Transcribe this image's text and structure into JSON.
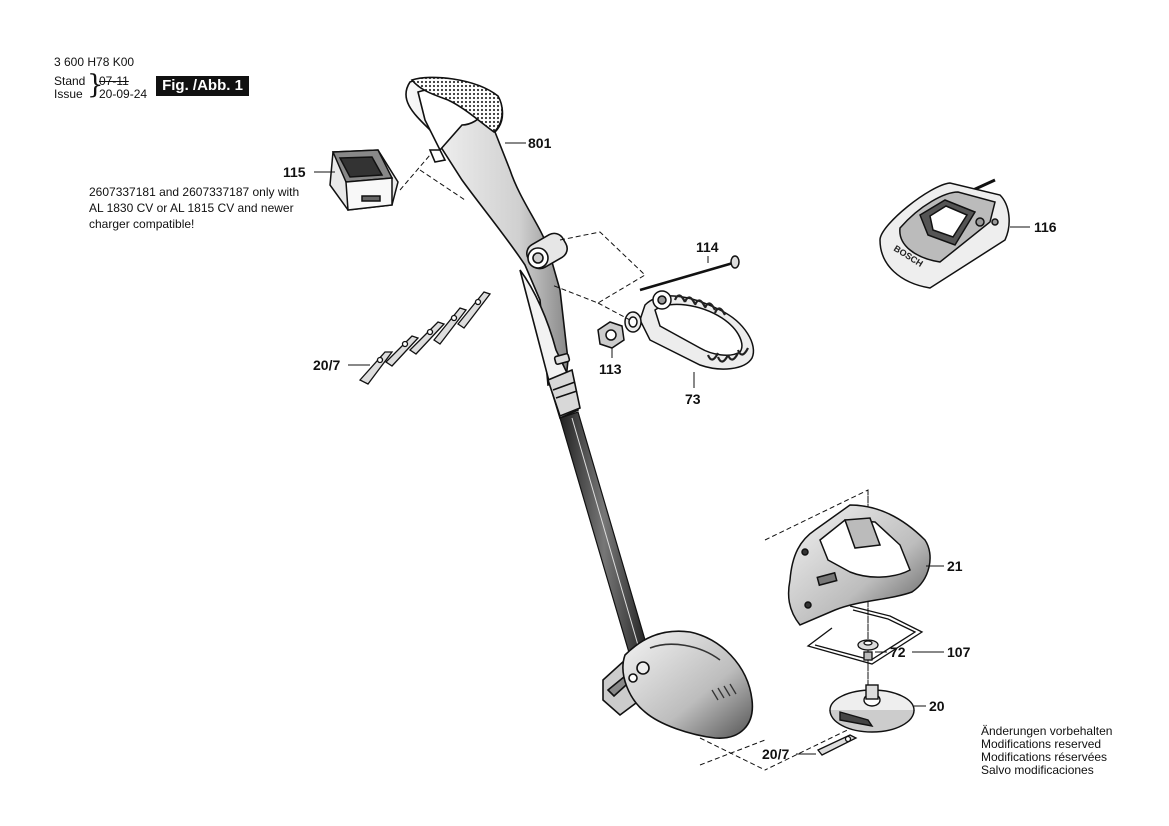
{
  "header": {
    "doc_number": "3 600 H78 K00",
    "stand_label": "Stand",
    "stand_value": "07-11",
    "issue_label": "Issue",
    "issue_value": "20-09-24",
    "figure_label": "Fig. /Abb. 1"
  },
  "note_115": {
    "line1": "2607337181 and 2607337187 only with",
    "line2": "AL 1830 CV or AL 1815 CV and newer",
    "line3": "charger compatible!"
  },
  "callouts": {
    "c801": "801",
    "c115": "115",
    "c116": "116",
    "c114": "114",
    "c113": "113",
    "c73": "73",
    "c20_7_top": "20/7",
    "c21": "21",
    "c107": "107",
    "c72": "72",
    "c20": "20",
    "c20_7_bottom": "20/7"
  },
  "charger_brand": "BOSCH",
  "footer": {
    "line1": "Änderungen vorbehalten",
    "line2": "Modifications reserved",
    "line3": "Modifications réservées",
    "line4": "Salvo modificaciones"
  }
}
